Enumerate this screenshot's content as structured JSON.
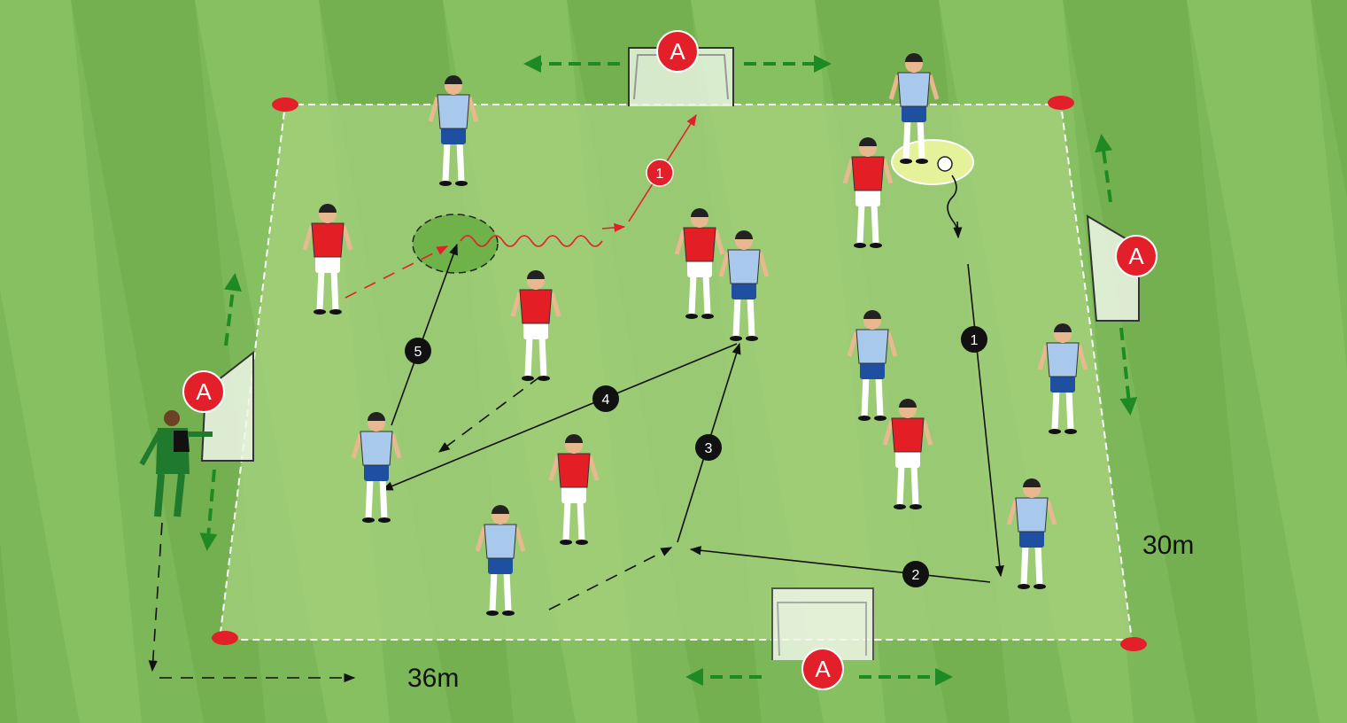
{
  "diagram": {
    "goal_label": "A",
    "goal_labels": [
      "A",
      "A",
      "A",
      "A"
    ],
    "pass_numbers": [
      "1",
      "1",
      "2",
      "3",
      "4",
      "5"
    ],
    "dimensions": {
      "width": "36m",
      "height": "30m"
    },
    "teams": {
      "red": "#e31e24",
      "light_blue": "#a9c9ec"
    },
    "colors": {
      "pitch_light": "#86c061",
      "pitch_dark": "#74b04f",
      "area": "#a6d27e",
      "marker_red": "#e3202a",
      "arrow_green": "#1e8a23"
    }
  }
}
